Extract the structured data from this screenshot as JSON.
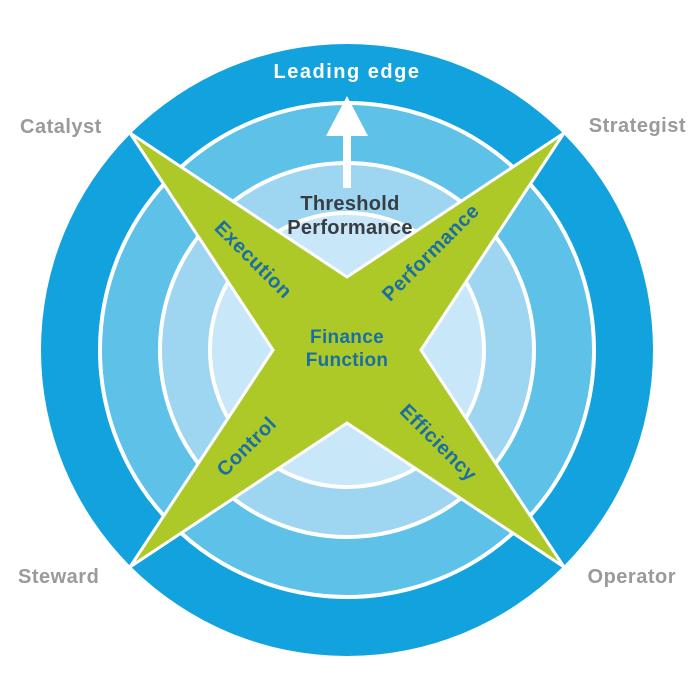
{
  "labels": {
    "leading_edge": "Leading edge",
    "threshold_line1": "Threshold",
    "threshold_line2": "Performance",
    "center_line1": "Finance",
    "center_line2": "Function"
  },
  "arms": [
    {
      "label": "Execution",
      "position": "upper-left"
    },
    {
      "label": "Performance",
      "position": "upper-right"
    },
    {
      "label": "Control",
      "position": "lower-left"
    },
    {
      "label": "Efficiency",
      "position": "lower-right"
    }
  ],
  "roles": [
    {
      "label": "Catalyst",
      "position": "top-left"
    },
    {
      "label": "Strategist",
      "position": "top-right"
    },
    {
      "label": "Steward",
      "position": "bottom-left"
    },
    {
      "label": "Operator",
      "position": "bottom-right"
    }
  ],
  "colors": {
    "ring_outer": "#12A2DD",
    "ring_middle": "#5DC1E8",
    "ring_inner": "#9ED5F1",
    "center_circle": "#C8E7F8",
    "ring_separator": "#FFFFFF",
    "star": "#ADC928",
    "star_outline": "#FFFFFF",
    "star_text": "#1A6FA2",
    "center_text": "#1A6FA2",
    "threshold_text": "#383D42",
    "role_text": "#9A9A9A",
    "leading_edge_text": "#FFFFFF",
    "arrow": "#FFFFFF"
  }
}
